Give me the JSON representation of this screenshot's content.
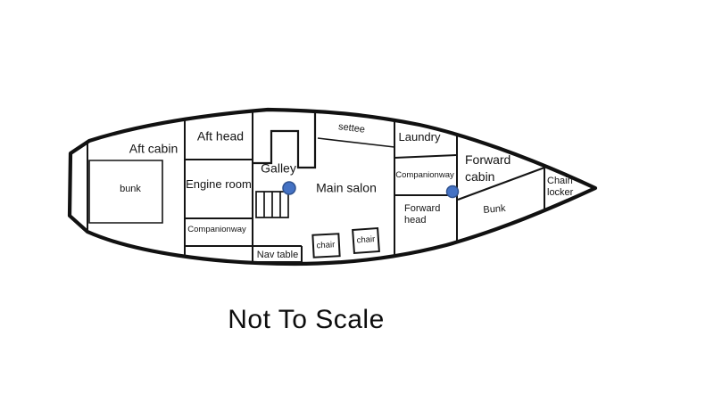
{
  "diagram_type": "sailboat-interior-floor-plan",
  "caption": "Not To Scale",
  "colors": {
    "line": "#141414",
    "hull": "#111111",
    "hatch_fill": "#4472C4",
    "hatch_stroke": "#2F528F",
    "background": "#ffffff"
  },
  "labels": {
    "aft_cabin": "Aft cabin",
    "aft_bunk": "bunk",
    "aft_head": "Aft head",
    "engine_room": "Engine room",
    "companionway_aft": "Companionway",
    "galley": "Galley",
    "nav_table": "Nav table",
    "main_salon": "Main salon",
    "settee": "settee",
    "chair_1": "chair",
    "chair_2": "chair",
    "laundry": "Laundry",
    "companionway_fwd": "Companionway",
    "forward_head_line1": "Forward",
    "forward_head_line2": "head",
    "forward_cabin_line1": "Forward",
    "forward_cabin_line2": "cabin",
    "forward_bunk": "Bunk",
    "chain_locker_line1": "Chain",
    "chain_locker_line2": "locker"
  },
  "icons": {
    "hatch_marker_count": 2,
    "companionway_stairs_steps": 4
  }
}
